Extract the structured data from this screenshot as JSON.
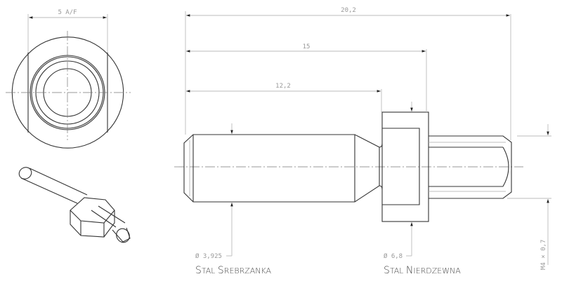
{
  "top_view": {
    "af_dim": "5 A/F"
  },
  "dimensions": {
    "overall_length": "20,2",
    "length_to_collar_end": "15",
    "shaft_length": "12,2",
    "shaft_diameter": "Ø 3,925",
    "collar_diameter": "Ø 6,8",
    "thread": "M4 × 0,7"
  },
  "materials": {
    "shaft": {
      "first": "S",
      "rest": "TAL ",
      "first2": "S",
      "rest2": "REBRZANKA"
    },
    "collar": {
      "first": "S",
      "rest": "TAL ",
      "first2": "N",
      "rest2": "IERDZEWNA"
    }
  }
}
